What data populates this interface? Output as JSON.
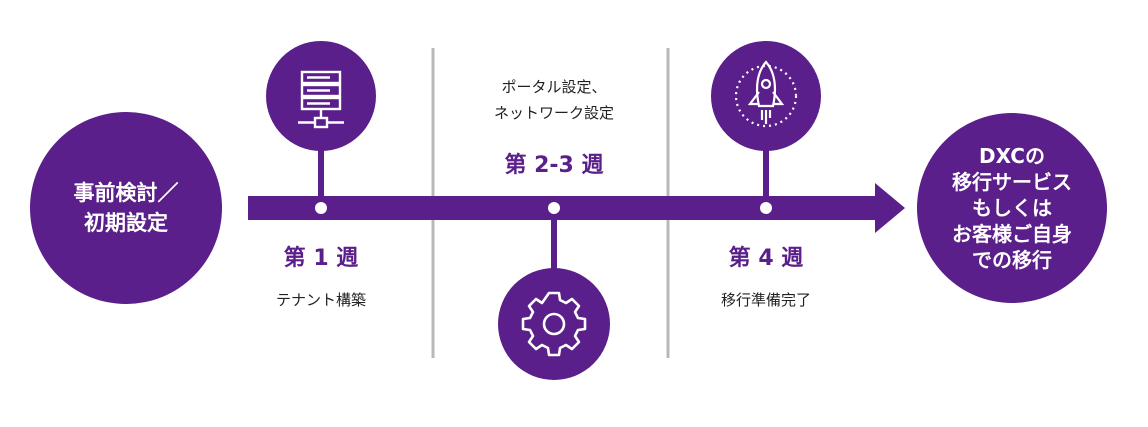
{
  "colors": {
    "purple": "#5a1f8a",
    "divider": "#b8b8b8",
    "text": "#222222"
  },
  "start_circle": {
    "lines": [
      "事前検討／",
      "初期設定"
    ]
  },
  "end_circle": {
    "lines": [
      "DXCの",
      "移行サービス",
      "もしくは",
      "お客様ご自身",
      "での移行"
    ]
  },
  "steps": [
    {
      "week": "第 1 週",
      "caption": "テナント構築",
      "icon": "server-network-icon"
    },
    {
      "week": "第 2-3 週",
      "caption_lines": [
        "ポータル設定、",
        "ネットワーク設定"
      ],
      "icon": "gear-icon"
    },
    {
      "week": "第 4 週",
      "caption": "移行準備完了",
      "icon": "rocket-icon"
    }
  ]
}
